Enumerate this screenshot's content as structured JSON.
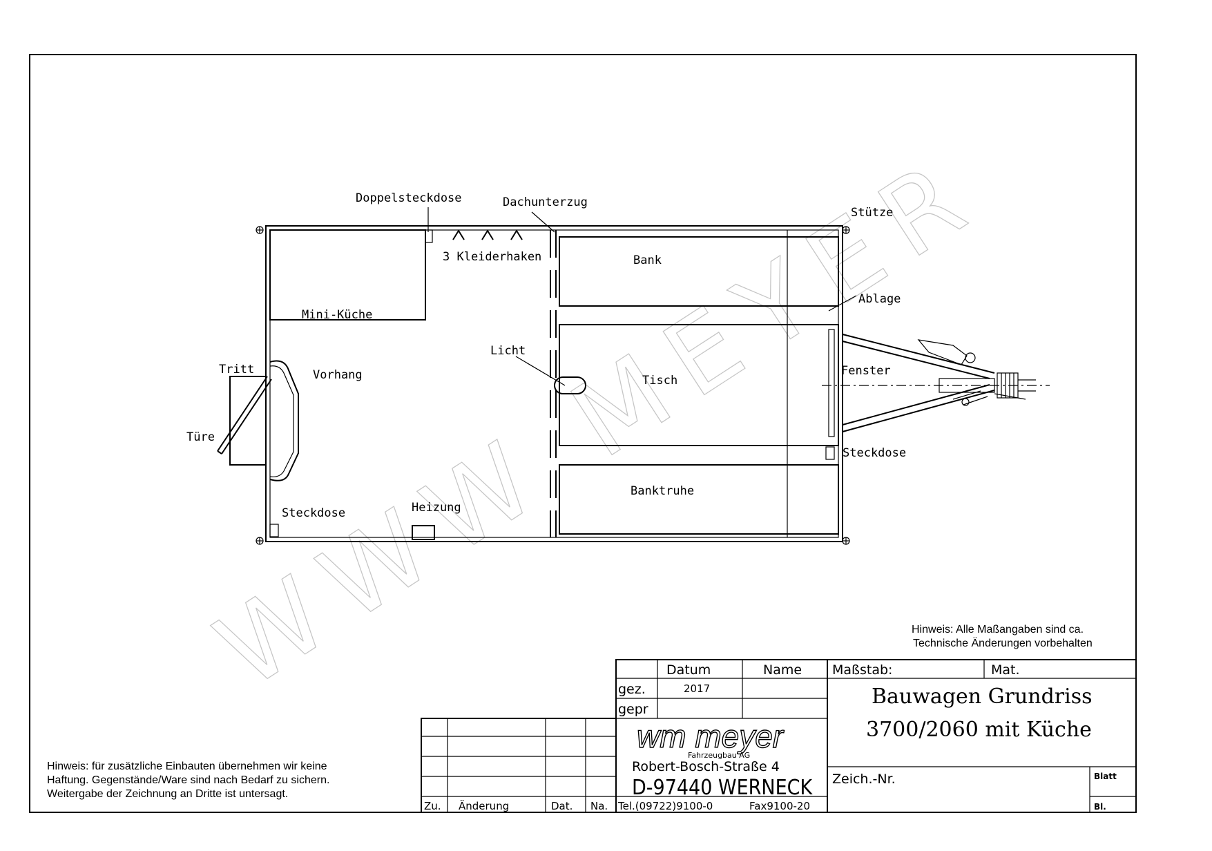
{
  "labels": {
    "doppelsteckdose": "Doppelsteckdose",
    "dachunterzug": "Dachunterzug",
    "stuetze": "Stütze",
    "kleiderhaken": "3 Kleiderhaken",
    "bank": "Bank",
    "ablage": "Ablage",
    "minikueche": "Mini-Küche",
    "licht": "Licht",
    "tritt": "Tritt",
    "vorhang": "Vorhang",
    "tisch": "Tisch",
    "fenster": "Fenster",
    "tuere": "Türe",
    "steckdose_right": "Steckdose",
    "banktruhe": "Banktruhe",
    "steckdose_left": "Steckdose",
    "heizung": "Heizung"
  },
  "notes": {
    "right_line1": "Hinweis: Alle Maßangaben sind ca.",
    "right_line2": "Technische Änderungen vorbehalten",
    "left_line1": "Hinweis: für zusätzliche Einbauten übernehmen wir keine",
    "left_line2": "Haftung. Gegenstände/Ware sind nach Bedarf zu sichern.",
    "left_line3": "Weitergabe der Zeichnung an Dritte ist untersagt."
  },
  "title_block": {
    "datum_header": "Datum",
    "name_header": "Name",
    "massstab": "Maßstab:",
    "mat": "Mat.",
    "gez": "gez.",
    "gepr": "gepr",
    "year": "2017",
    "title_line1": "Bauwagen Grundriss",
    "title_line2": "3700/2060 mit Küche",
    "zeich_nr": "Zeich.-Nr.",
    "blatt": "Blatt",
    "bl": "Bl.",
    "zu": "Zu.",
    "aenderung": "Änderung",
    "dat": "Dat.",
    "na": "Na."
  },
  "company": {
    "logo": "wm meyer",
    "logo_sub": "Fahrzeugbau AG",
    "street": "Robert-Bosch-Straße 4",
    "city": "D-97440 WERNECK",
    "tel": "Tel.(09722)9100-0",
    "fax": "Fax9100-20"
  },
  "watermark": "WWW MEYER"
}
